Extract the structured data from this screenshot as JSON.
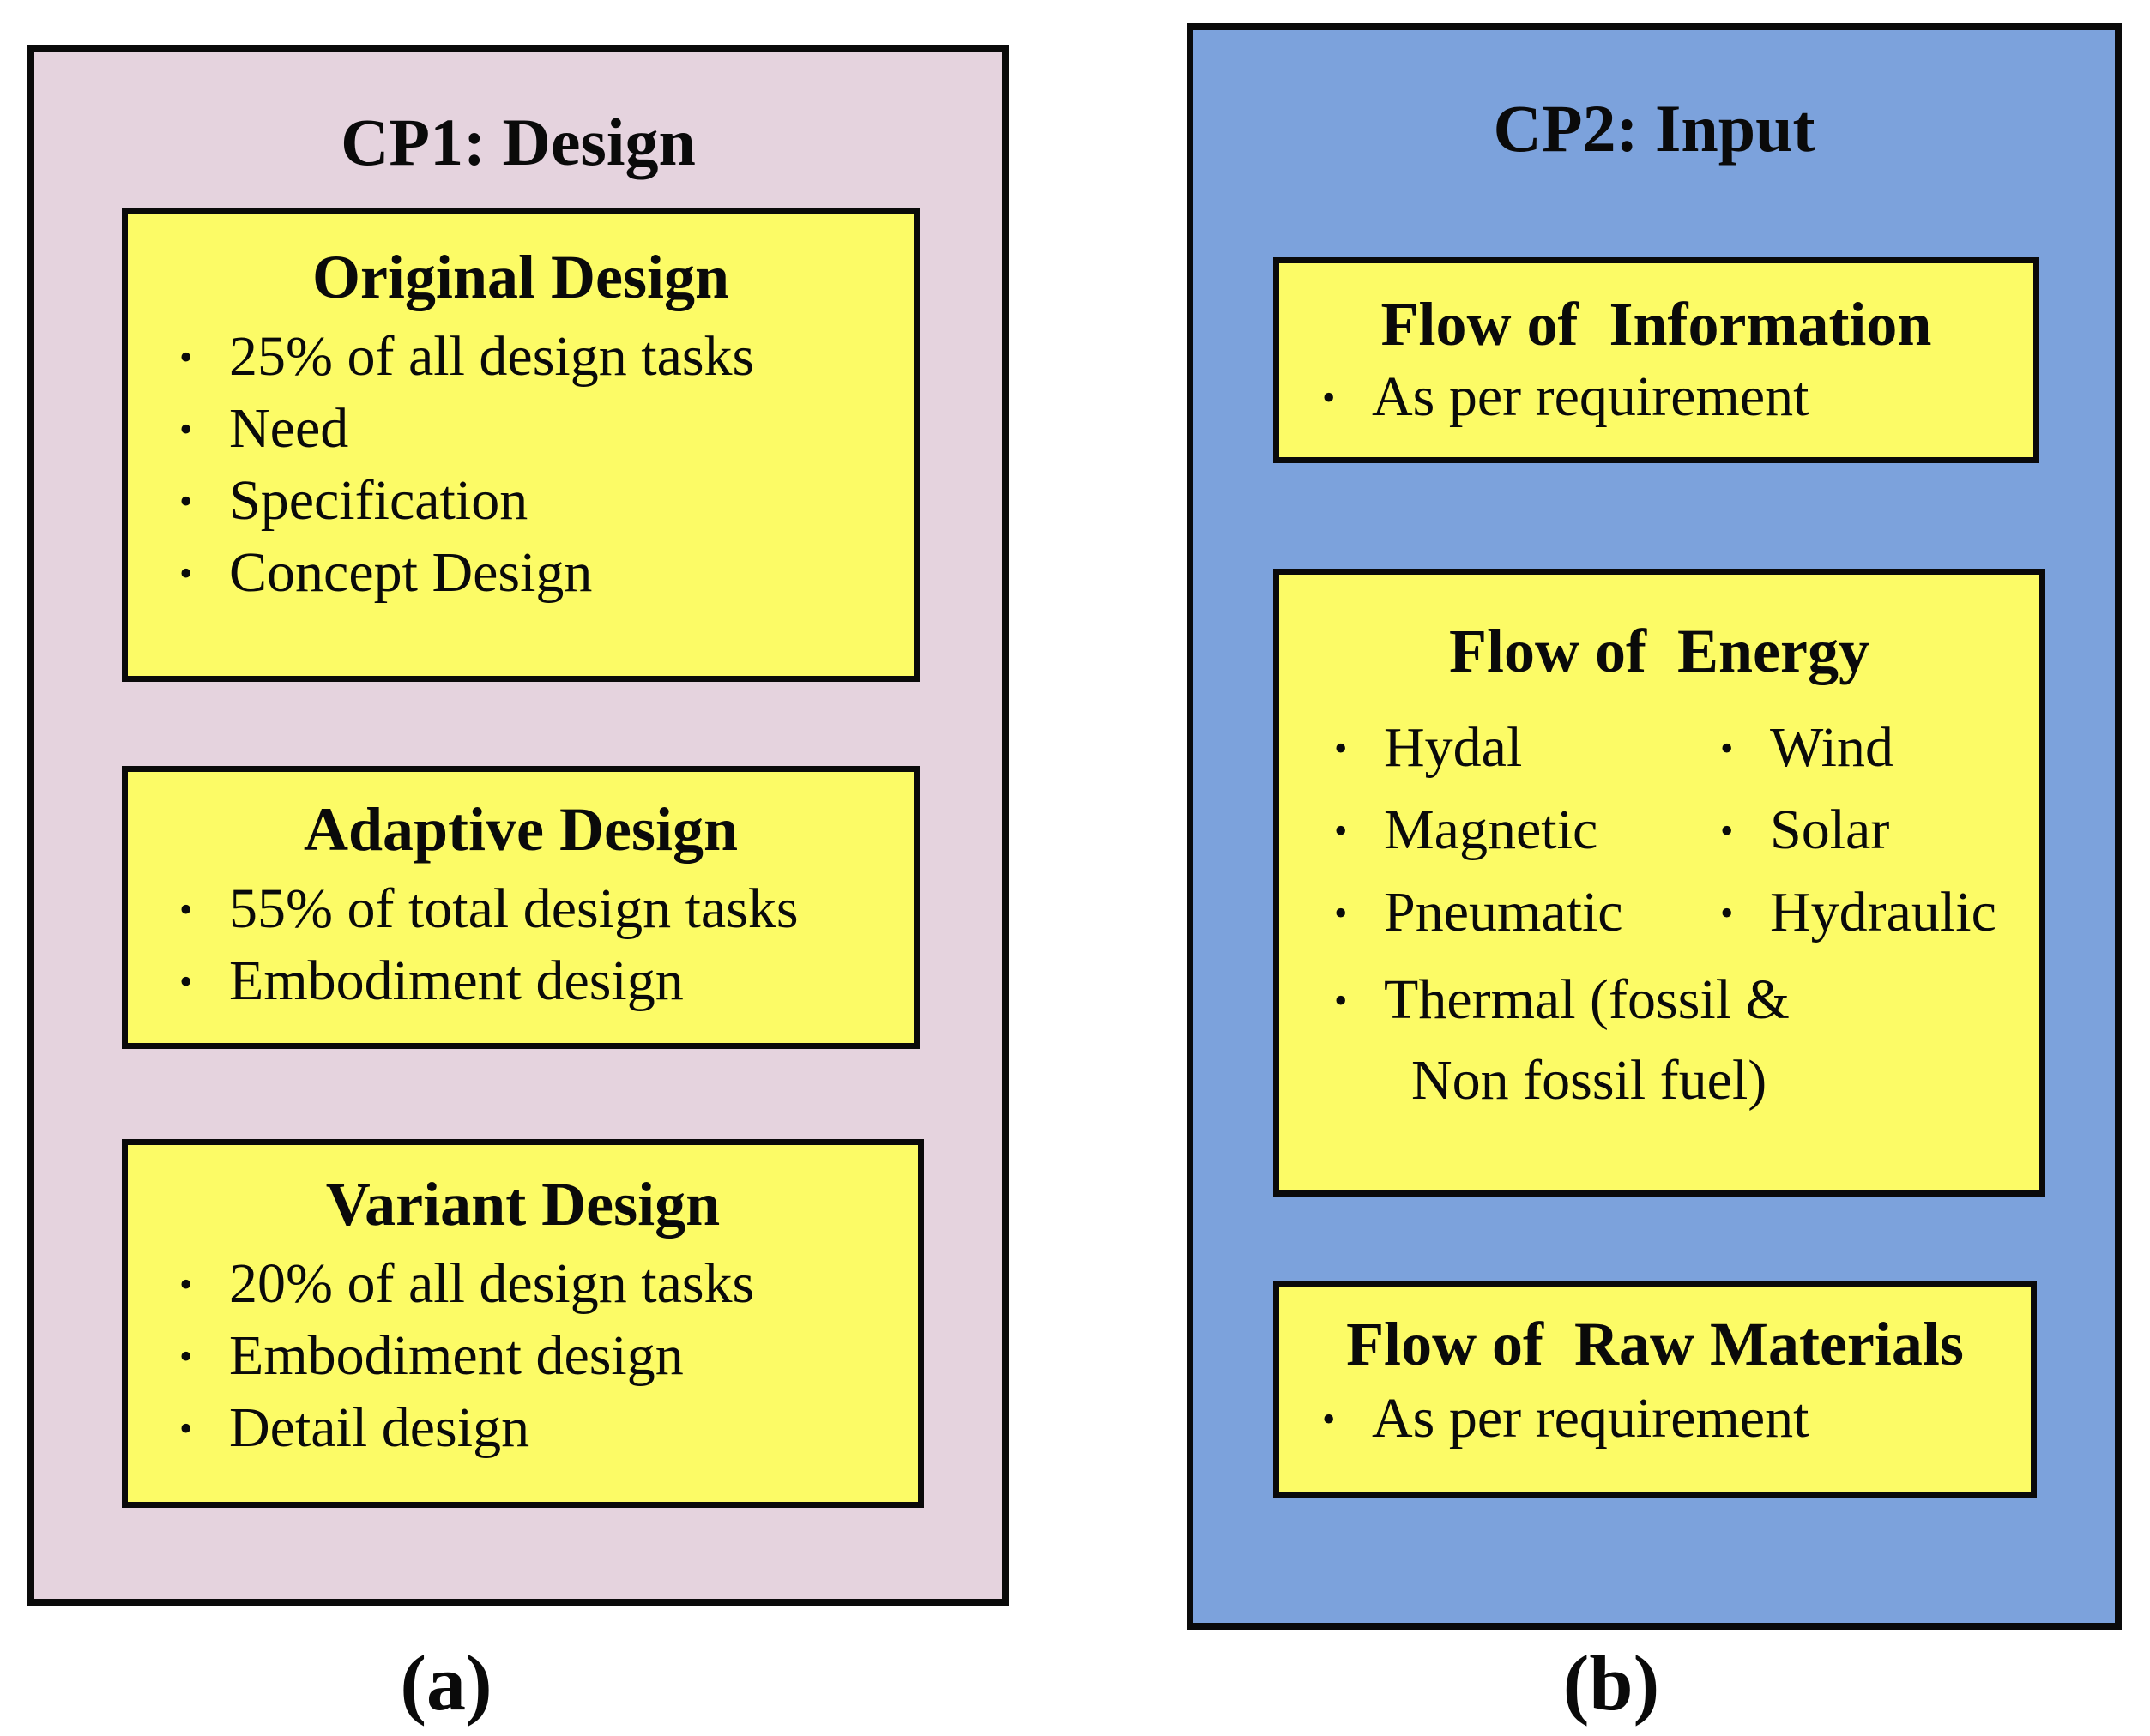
{
  "icons": {
    "bullet": "•"
  },
  "colors": {
    "panel_a_bg": "#e5d3de",
    "panel_b_bg": "#7ca2dc",
    "box_bg": "#fcfb66",
    "border_color": "#0a0a0a"
  },
  "panel_a": {
    "title": "CP1: Design",
    "caption": "(a)",
    "boxes": [
      {
        "title": "Original Design",
        "items": [
          "25% of all design tasks",
          "Need",
          "Specification",
          "Concept Design"
        ]
      },
      {
        "title": "Adaptive Design",
        "items": [
          "55% of total design tasks",
          "Embodiment design"
        ]
      },
      {
        "title": "Variant Design",
        "items": [
          "20% of all design tasks",
          "Embodiment design",
          "Detail design"
        ]
      }
    ]
  },
  "panel_b": {
    "title": "CP2: Input",
    "caption": "(b)",
    "info_box": {
      "title": "Flow of  Information",
      "items": [
        "As per requirement"
      ]
    },
    "energy_box": {
      "title": "Flow of  Energy",
      "left_items": [
        "Hydal",
        "Magnetic",
        "Pneumatic"
      ],
      "right_items": [
        "Wind",
        "Solar",
        "Hydraulic"
      ],
      "thermal_line1": "Thermal (fossil &",
      "thermal_line2": "Non fossil fuel)"
    },
    "materials_box": {
      "title": "Flow of  Raw Materials",
      "items": [
        "As per requirement"
      ]
    }
  }
}
